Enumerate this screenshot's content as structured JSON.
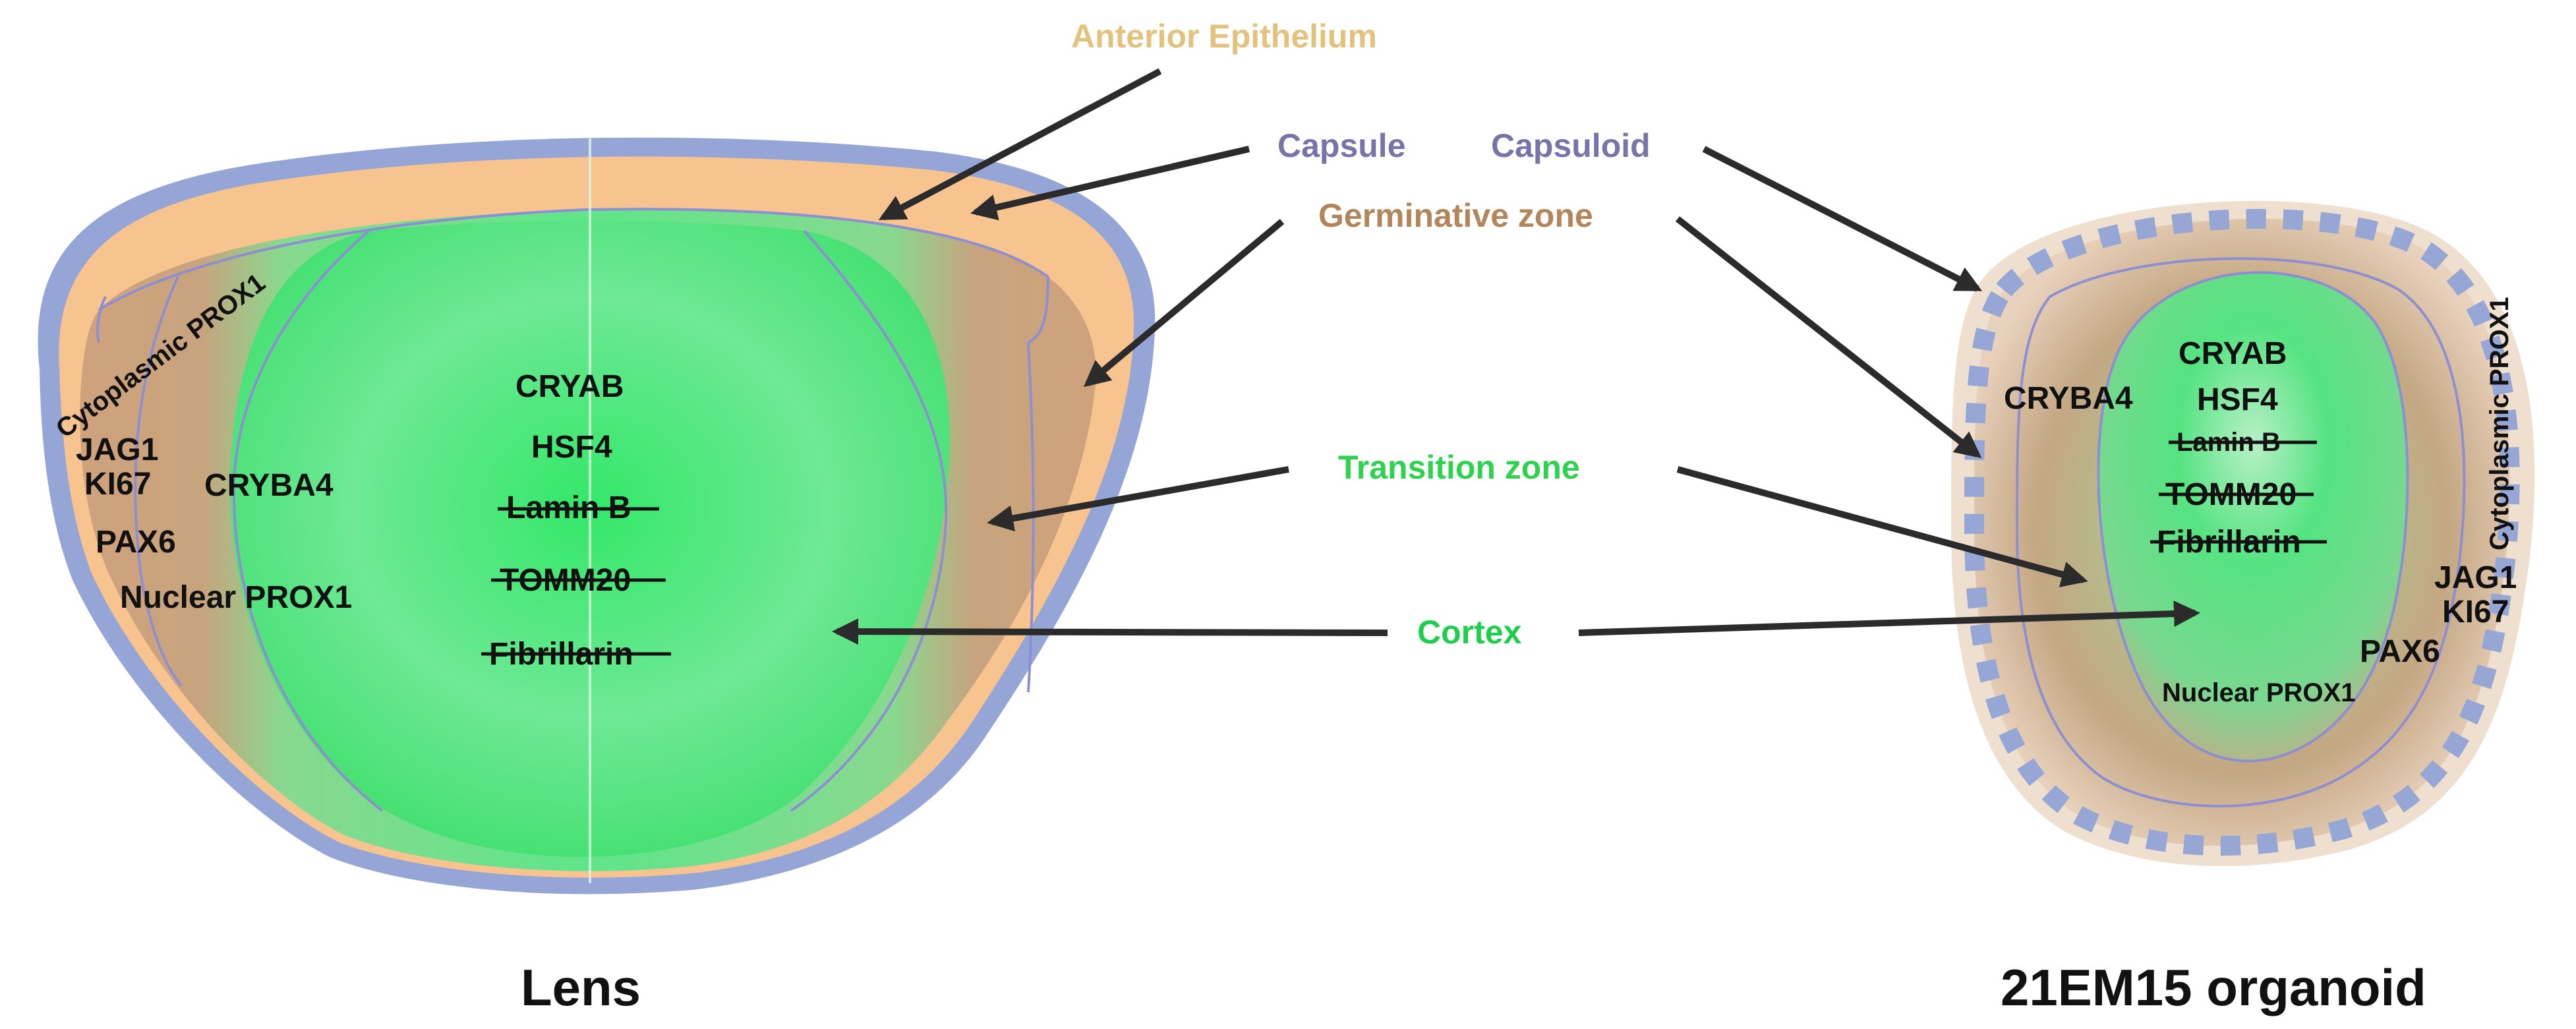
{
  "colors": {
    "capsule": "#8f9fcf",
    "anterior_epithelium": "#f7c48f",
    "germinative": "#c9a47c",
    "transition": "#22dd55",
    "cortex": "#2fe060",
    "fiber_line": "#8d8fd0",
    "arrow": "#2b2b2b",
    "label_anterior": "#e3c27e",
    "label_capsule": "#7674a8",
    "label_germinative": "#b2865a",
    "label_transition": "#2fd24e",
    "label_cortex": "#1fce4c"
  },
  "titles": {
    "lens": "Lens",
    "organoid": "21EM15 organoid"
  },
  "zones": {
    "anterior_epithelium": "Anterior Epithelium",
    "capsule": "Capsule",
    "capsuloid": "Capsuloid",
    "germinative": "Germinative zone",
    "transition": "Transition zone",
    "cortex": "Cortex"
  },
  "lens_markers": {
    "cytoplasmic_prox1": "Cytoplasmic PROX1",
    "jag1": "JAG1",
    "ki67": "KI67",
    "pax6": "PAX6",
    "nuclear_prox1": "Nuclear PROX1",
    "cryba4": "CRYBA4",
    "cryab": "CRYAB",
    "hsf4": "HSF4",
    "lamin_b": "Lamin B",
    "tomm20": "TOMM20",
    "fibrillarin": "Fibrillarin"
  },
  "organoid_markers": {
    "cryba4": "CRYBA4",
    "cryab": "CRYAB",
    "hsf4": "HSF4",
    "lamin_b": "Lamin B",
    "tomm20": "TOMM20",
    "fibrillarin": "Fibrillarin",
    "cytoplasmic_prox1": "Cytoplasmic PROX1",
    "jag1": "JAG1",
    "ki67": "KI67",
    "pax6": "PAX6",
    "nuclear_prox1": "Nuclear PROX1"
  }
}
